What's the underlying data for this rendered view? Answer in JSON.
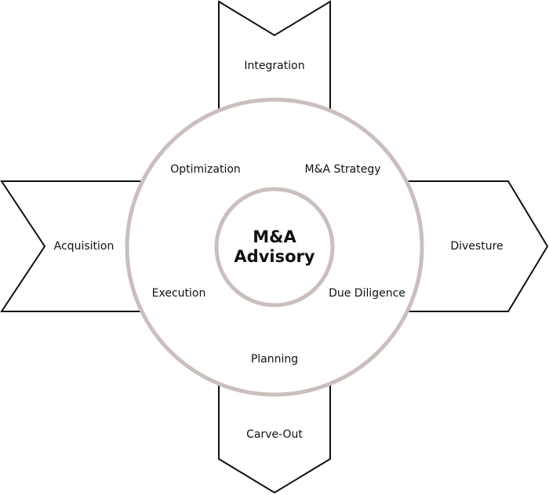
{
  "center": {
    "line1": "M&A",
    "line2": "Advisory"
  },
  "ring_labels": {
    "top_left": "Optimization",
    "top_right": "M&A Strategy",
    "bottom_left": "Execution",
    "bottom_right": "Due Diligence",
    "bottom": "Planning"
  },
  "arrows": {
    "top": "Integration",
    "left": "Acquisition",
    "right": "Divesture",
    "bottom": "Carve-Out"
  },
  "colors": {
    "ring": "#cbbfbd",
    "outline": "#111111",
    "text": "#111111"
  }
}
